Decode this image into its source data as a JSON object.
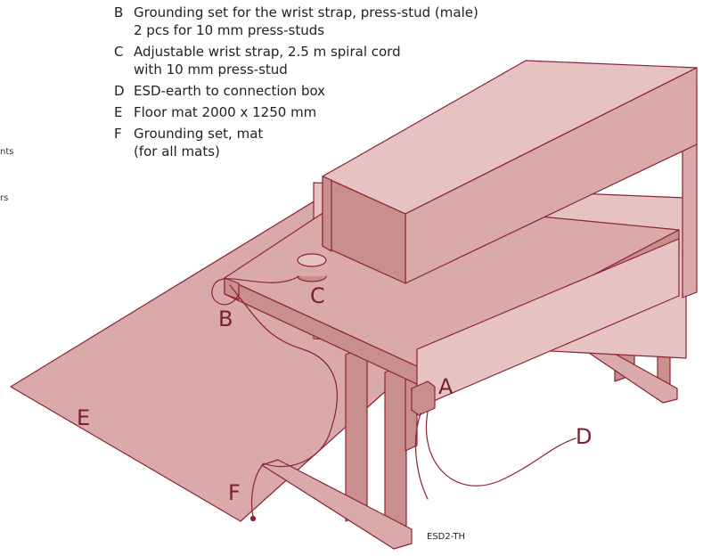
{
  "legend": [
    {
      "key": "B",
      "text": "Grounding set for the wrist strap, press-stud (male)\n2 pcs for 10 mm press-studs"
    },
    {
      "key": "C",
      "text": "Adjustable wrist strap, 2.5 m spiral cord\nwith 10 mm press-stud"
    },
    {
      "key": "D",
      "text": "ESD-earth to connection box"
    },
    {
      "key": "E",
      "text": "Floor mat 2000 x 1250 mm"
    },
    {
      "key": "F",
      "text": "Grounding set, mat\n(for all mats)"
    }
  ],
  "side_fragments": [
    "nts",
    "rs"
  ],
  "callouts": {
    "A": "A",
    "B": "B",
    "C": "C",
    "D": "D",
    "E": "E",
    "F": "F"
  },
  "model_code": "ESD2-TH",
  "colors": {
    "outline": "#8b2332",
    "fill": "#d9aaa9",
    "fill_dark": "#c98f8f",
    "fill_light": "#e6c3c2"
  }
}
